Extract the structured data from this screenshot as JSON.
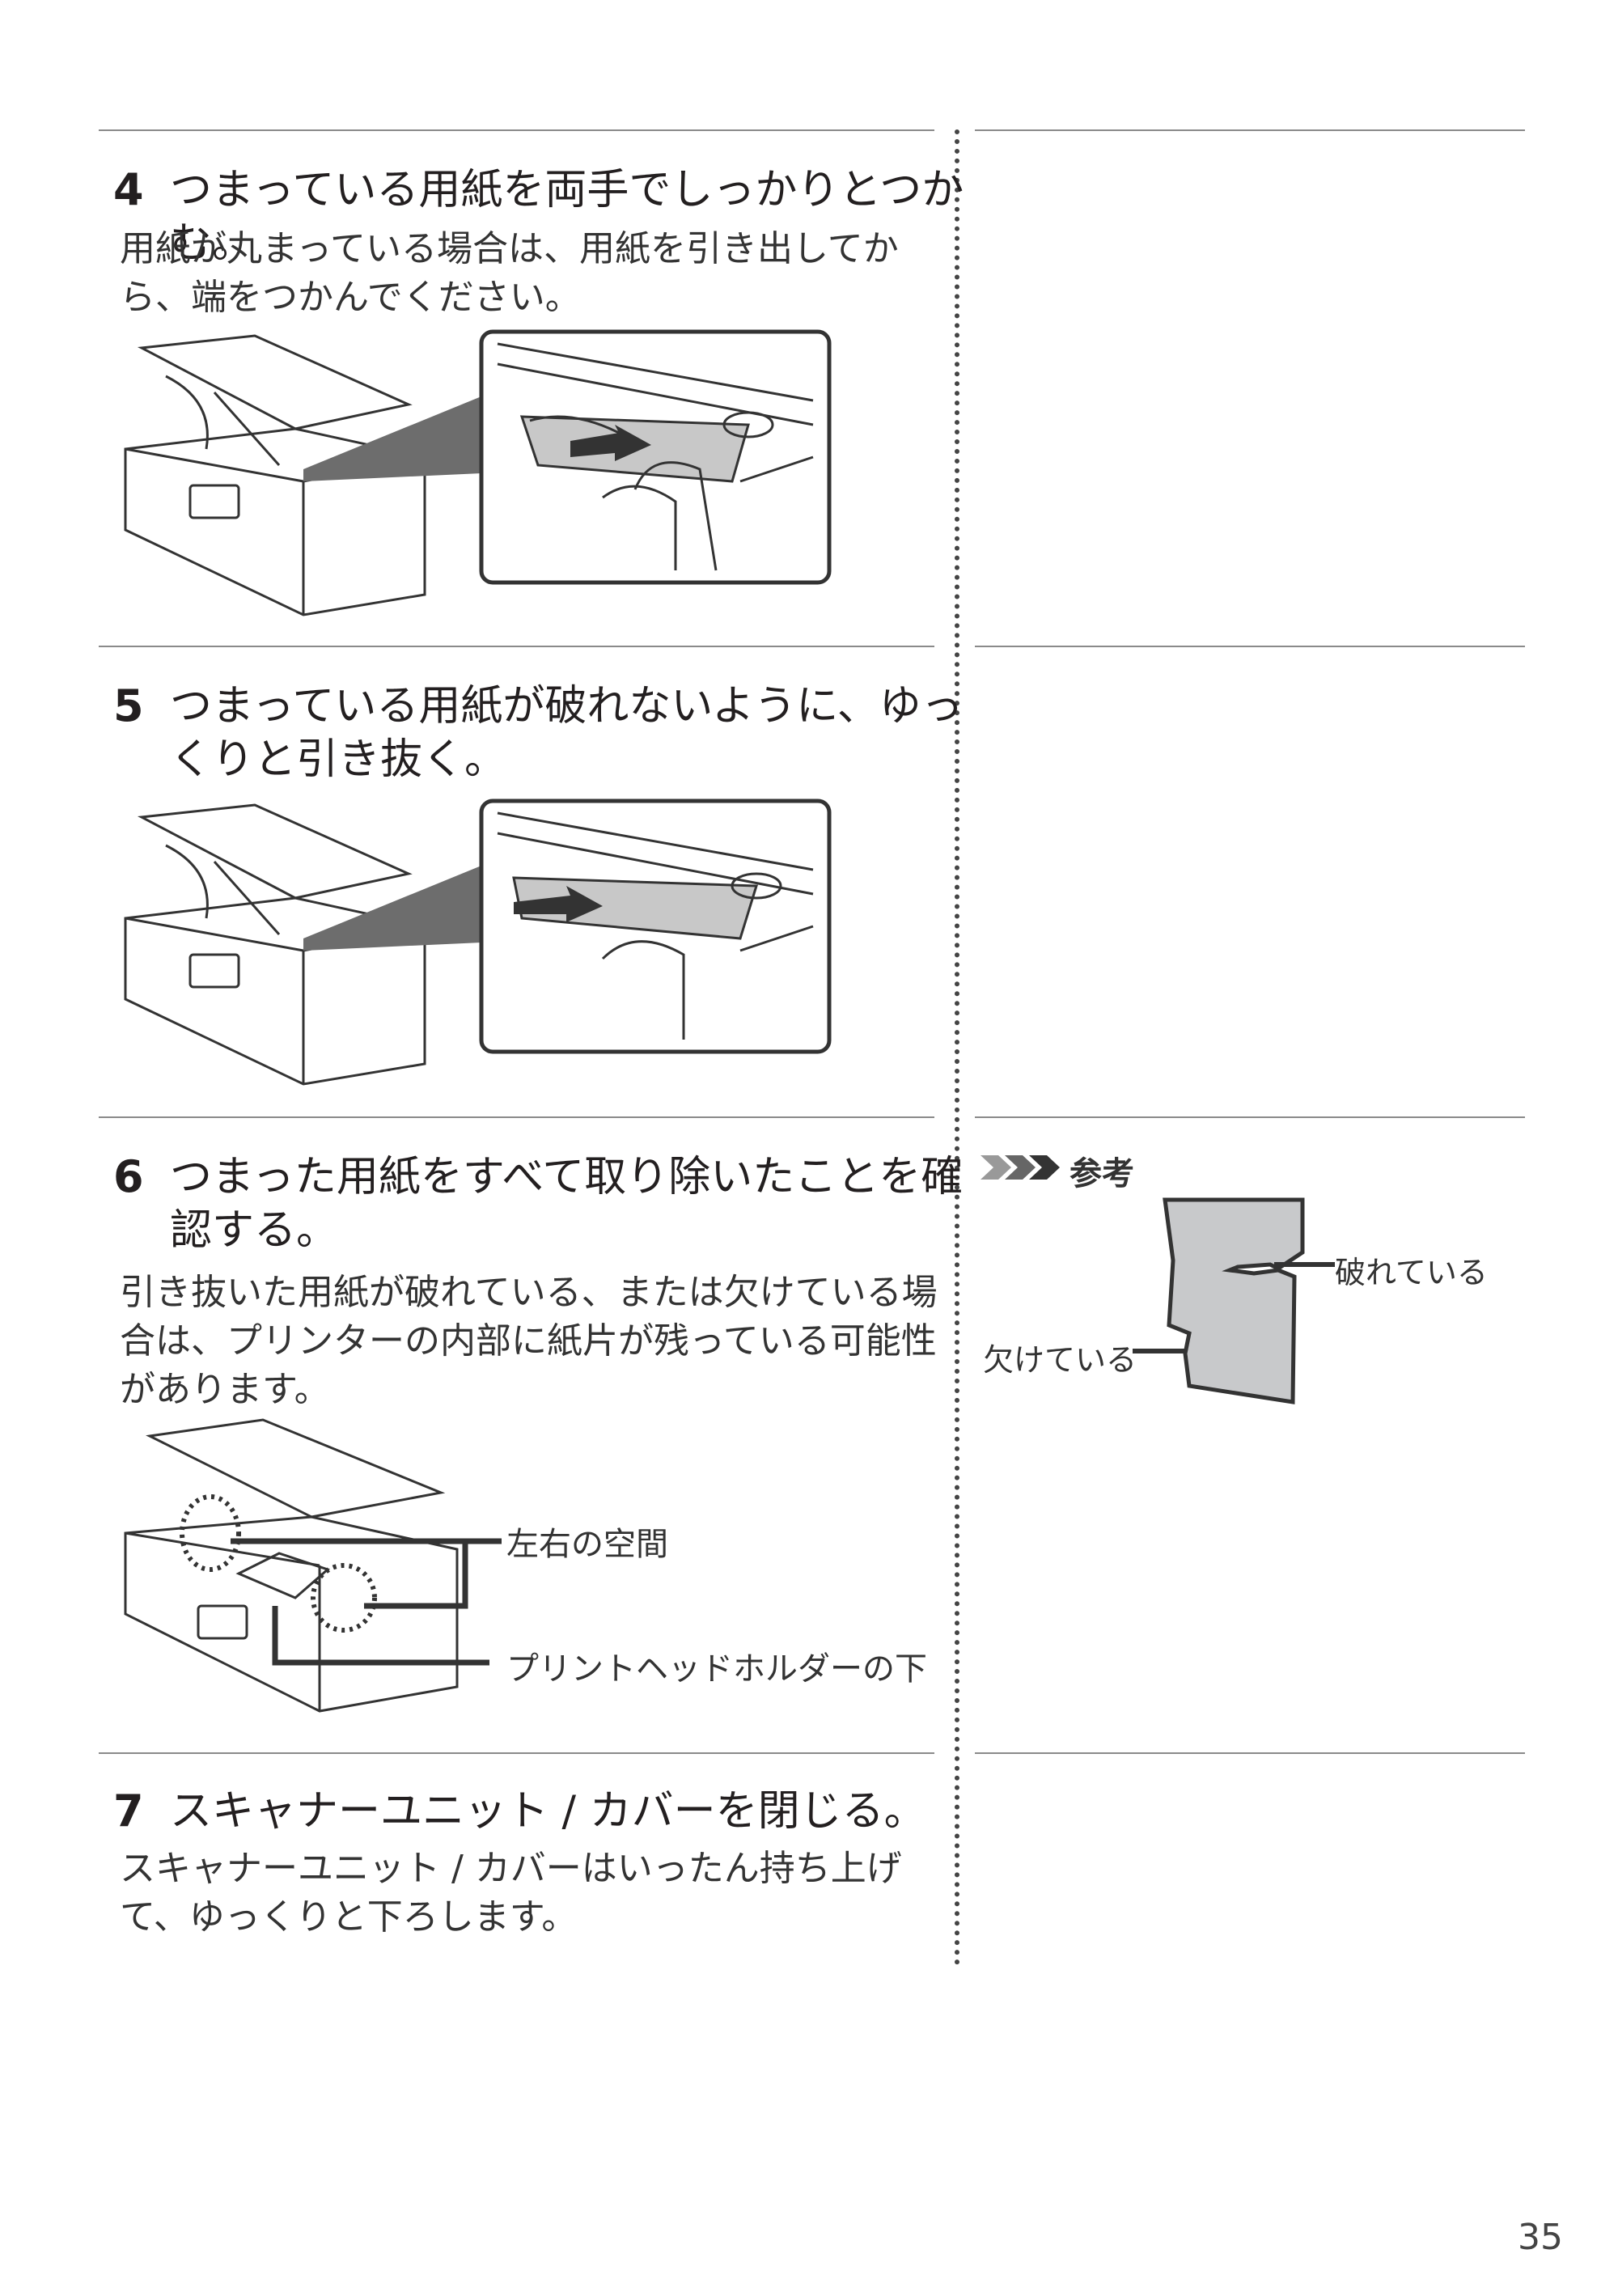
{
  "steps": [
    {
      "num": "4",
      "title": "つまっている用紙を両手でしっかりとつかむ。",
      "body": "用紙が丸まっている場合は、用紙を引き出してから、端をつかんでください。"
    },
    {
      "num": "5",
      "title": "つまっている用紙が破れないように、ゆっくりと引き抜く。",
      "body": ""
    },
    {
      "num": "6",
      "title": "つまった用紙をすべて取り除いたことを確認する。",
      "body": "引き抜いた用紙が破れている、または欠けている場合は、プリンターの内部に紙片が残っている可能性があります。"
    },
    {
      "num": "7",
      "title": "スキャナーユニット / カバーを閉じる。",
      "body": "スキャナーユニット / カバーはいったん持ち上げて、ゆっくりと下ろします。"
    }
  ],
  "figure6": {
    "label_left_right": "左右の空間",
    "label_head_holder": "プリントヘッドホルダーの下"
  },
  "note": {
    "heading": "参考",
    "torn_label": "破れている",
    "missing_label": "欠けている"
  },
  "page_number": "35"
}
